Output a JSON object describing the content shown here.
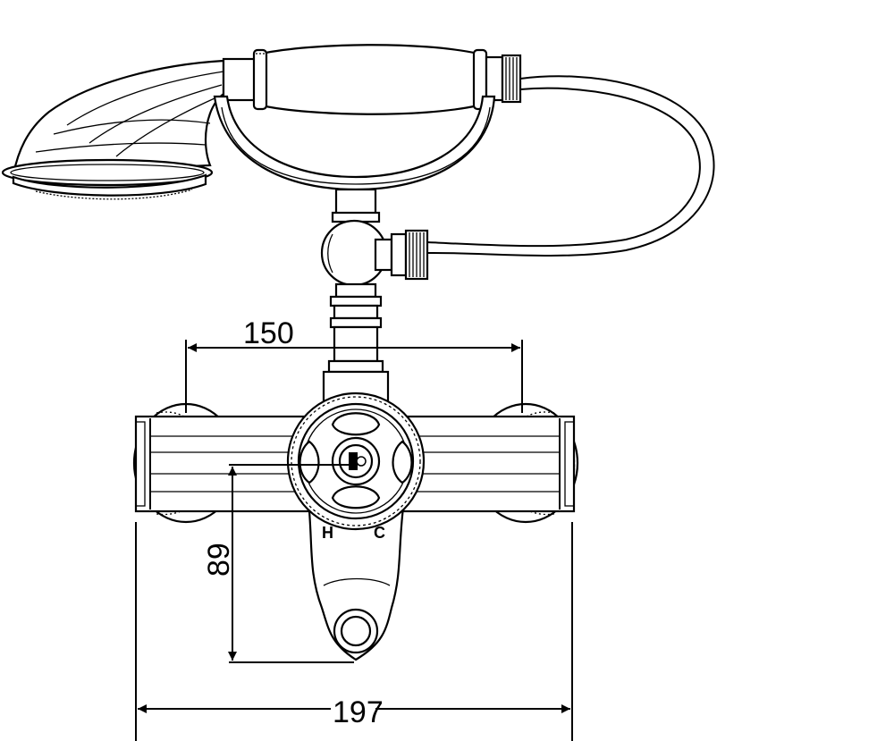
{
  "dimensions": {
    "top_width": "150",
    "height": "89",
    "overall_width": "197"
  },
  "handle_labels": {
    "hot": "H",
    "cold": "C"
  },
  "colors": {
    "line": "#000000",
    "background": "#ffffff"
  }
}
